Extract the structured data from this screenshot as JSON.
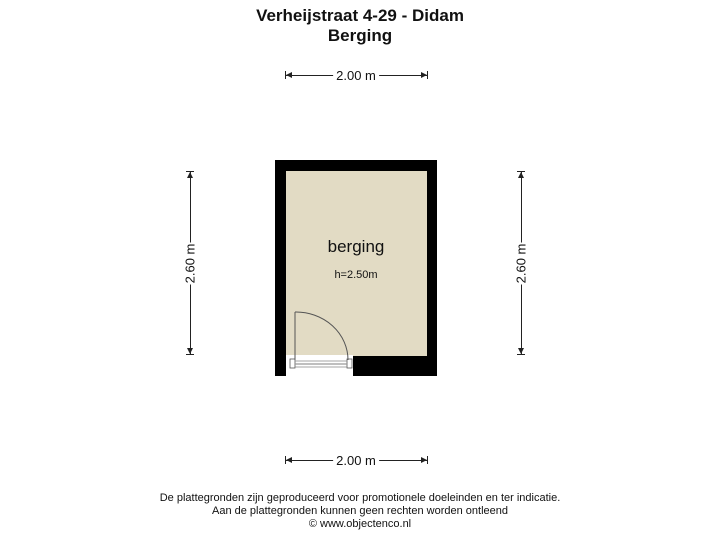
{
  "header": {
    "address": "Verheijstraat 4-29 - Didam",
    "room_title": "Berging"
  },
  "plan": {
    "room_name": "berging",
    "room_height": "h=2.50m",
    "floor_color": "#e2dbc4",
    "wall_color": "#000000"
  },
  "dimensions": {
    "top_width": "2.00 m",
    "bottom_width": "2.00 m",
    "left_depth": "2.60 m",
    "right_depth": "2.60 m"
  },
  "footer": {
    "line1": "De plattegronden zijn geproduceerd voor promotionele doeleinden en ter indicatie.",
    "line2": "Aan de plattegronden kunnen geen rechten worden ontleend",
    "line3": "© www.objectenco.nl"
  }
}
